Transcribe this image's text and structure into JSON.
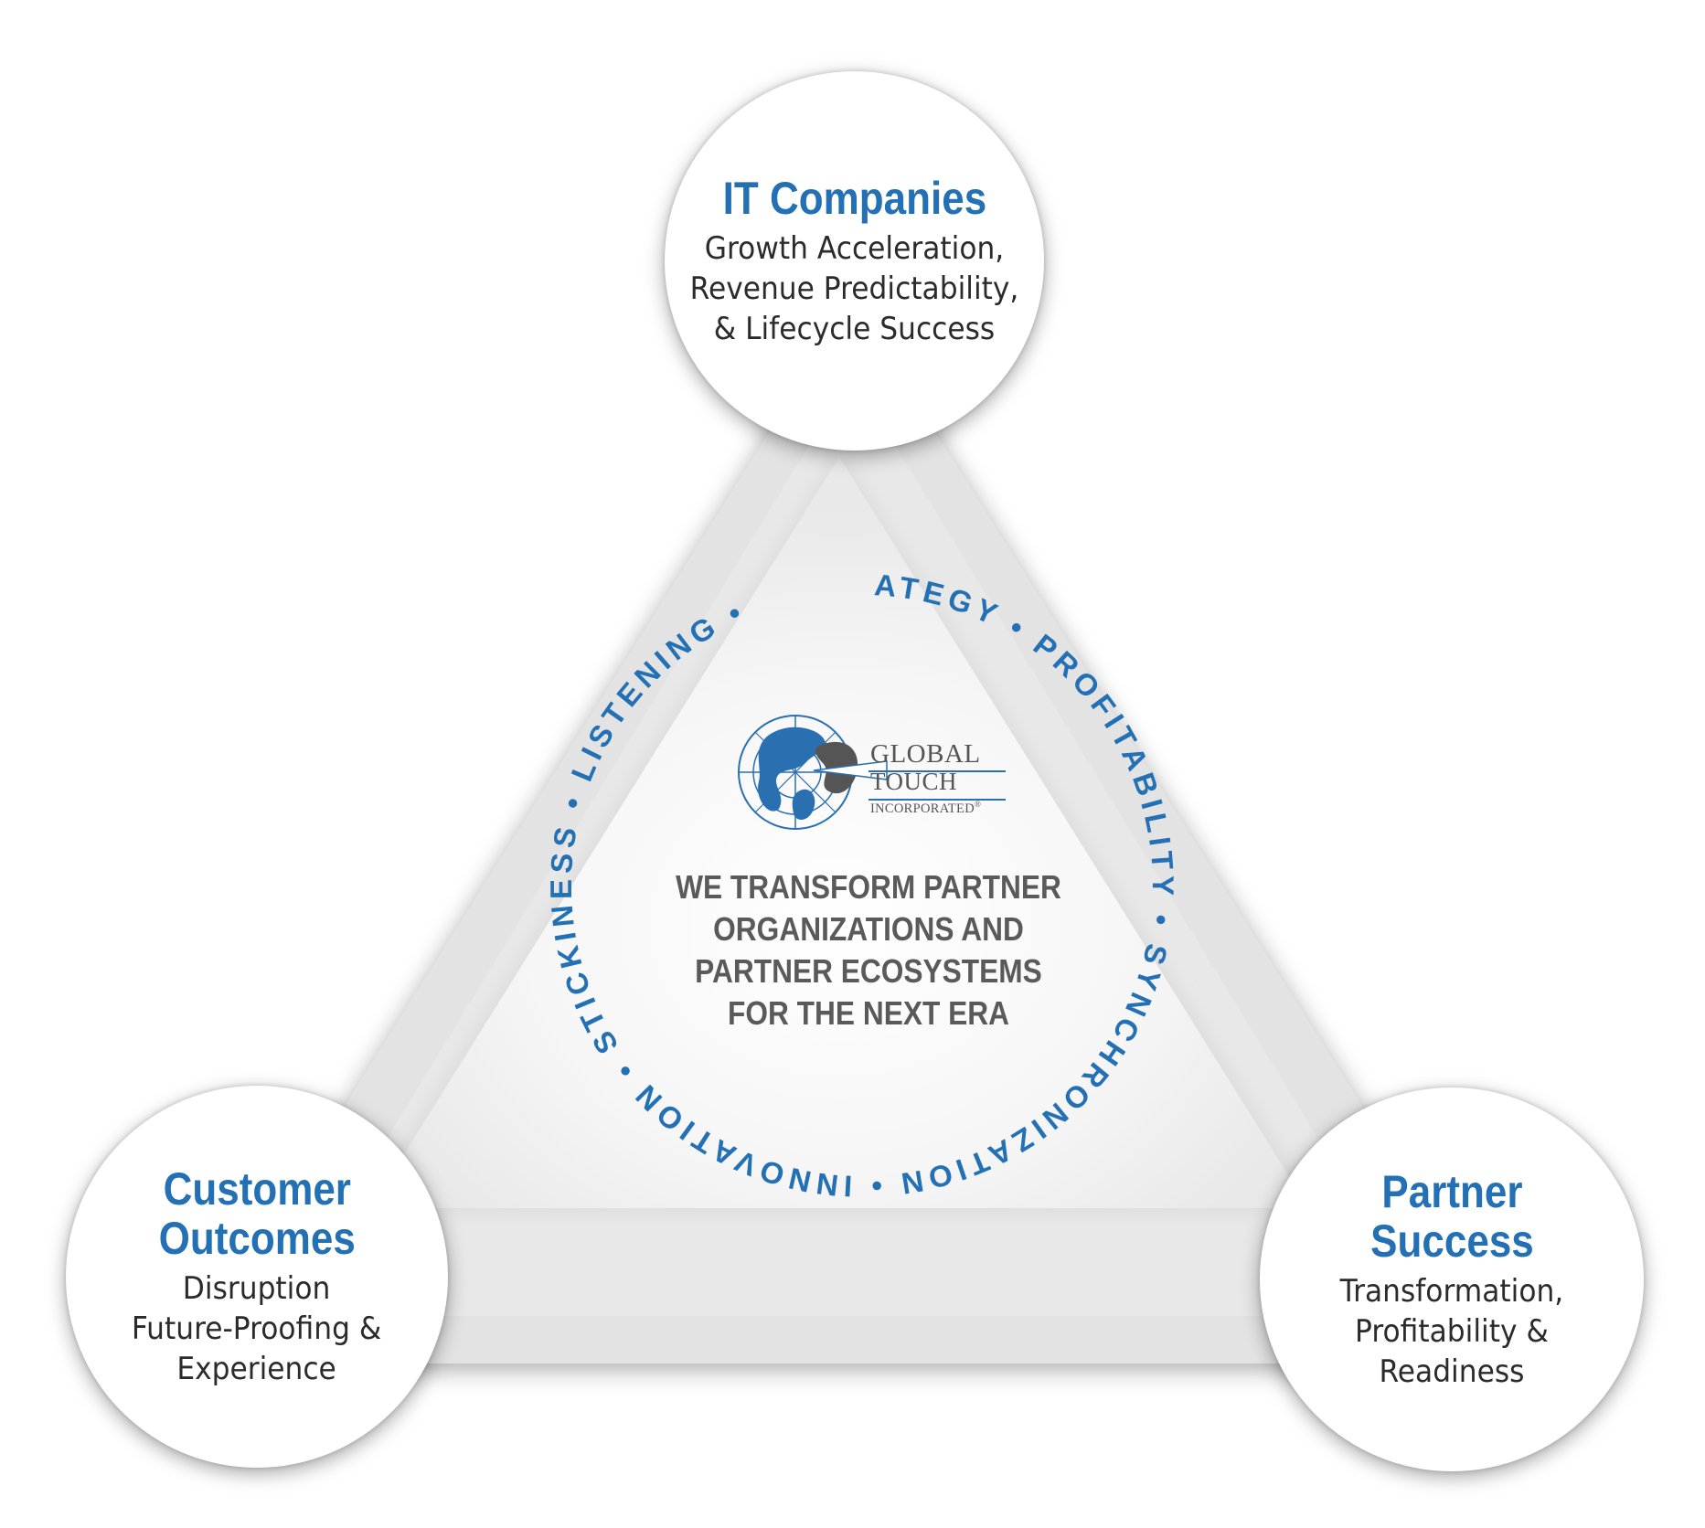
{
  "nodes": {
    "top": {
      "title": "IT Companies",
      "subtitle": "Growth Acceleration,\nRevenue Predictability,\n& Lifecycle Success"
    },
    "left": {
      "title": "Customer\nOutcomes",
      "subtitle": "Disruption\nFuture-Proofing &\nExperience"
    },
    "right": {
      "title": "Partner\nSuccess",
      "subtitle": "Transformation,\nProfitability &\nReadiness"
    }
  },
  "ring": {
    "words": [
      "STRATEGY",
      "PROFITABILITY",
      "SYNCHRONIZATION",
      "INNOVATION",
      "STICKINESS",
      "LISTENING"
    ],
    "separator": "•"
  },
  "logo": {
    "line1": "GLOBAL",
    "line2": "TOUCH",
    "line3": "INCORPORATED",
    "mark": "®"
  },
  "mission": {
    "lines": [
      "WE TRANSFORM PARTNER",
      "ORGANIZATIONS AND",
      "PARTNER ECOSYSTEMS",
      "FOR THE NEXT ERA"
    ]
  },
  "colors": {
    "accent": "#2370b5",
    "frame": "#e2e2e2",
    "mission_text": "#5a5a5a",
    "body_text": "#2b2b2b",
    "logo_gray": "#555555"
  }
}
